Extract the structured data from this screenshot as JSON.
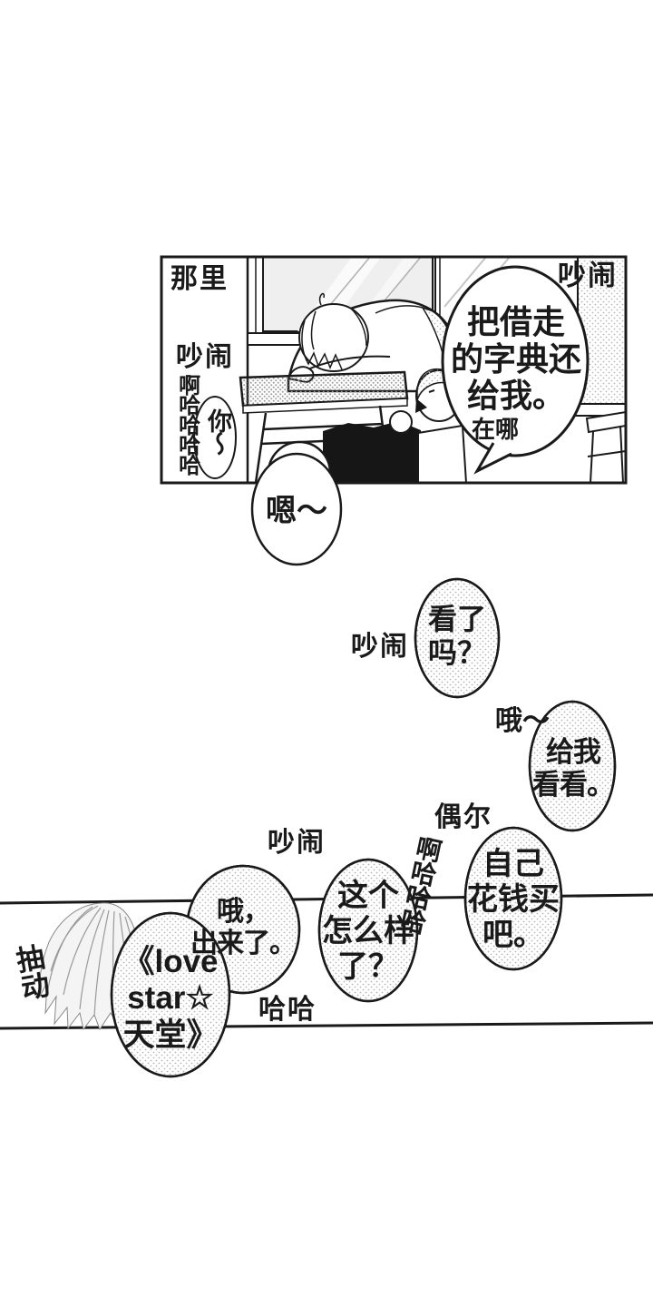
{
  "page": {
    "bg": "#ffffff",
    "ink": "#1a1a1a",
    "halftone": "#b5b5b5"
  },
  "panel1": {
    "sfx_there": "那里",
    "sfx_noisy_left": "吵闹",
    "sfx_laugh_vertical": "啊哈哈哈哈",
    "small_bubble_text": "你～",
    "sfx_noisy_right": "吵闹",
    "bubble_main": "把借走\n的字典还\n给我。",
    "bubble_sub": "在哪"
  },
  "mid": {
    "bubble_en": "嗯～",
    "sfx_noisy": "吵闹",
    "bubble_kanle": "看了\n吗？",
    "sfx_o": "哦～",
    "bubble_geiwo": "给我\n看看。",
    "sfx_ouer": "偶尔",
    "sfx_noisy2": "吵闹",
    "sfx_laugh2": "啊哈哈哈",
    "bubble_ziji": "自己\n花钱买\n吧。",
    "bubble_zhege": "这个\n怎么样\n了？"
  },
  "bottom": {
    "bubble_ochulai": "哦，\n出来了。",
    "bubble_lovestar": "《love\nstar☆\n天堂》",
    "sfx_haha": "哈哈",
    "sfx_choudong": "抽动"
  }
}
